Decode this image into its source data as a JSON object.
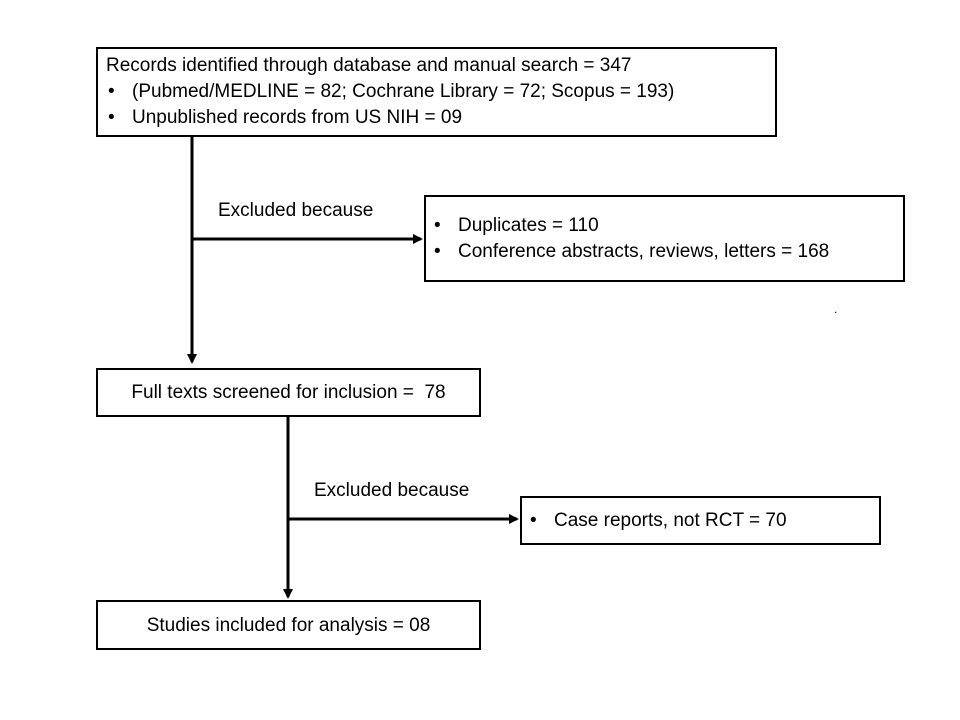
{
  "identified": {
    "title": "Records identified through database and manual search = 347",
    "items": [
      "(Pubmed/MEDLINE = 82; Cochrane Library = 72; Scopus = 193)",
      "Unpublished records from US NIH = 09"
    ]
  },
  "exclusion_1": {
    "label": "Excluded because",
    "items": [
      "Duplicates = 110",
      "Conference abstracts, reviews, letters = 168"
    ]
  },
  "screened": {
    "title": "Full texts screened for inclusion =  78"
  },
  "exclusion_2": {
    "label": "Excluded because",
    "items": [
      "Case reports, not RCT = 70"
    ]
  },
  "included": {
    "title": "Studies included for analysis = 08"
  },
  "bullet": "•",
  "stray_mark": "."
}
